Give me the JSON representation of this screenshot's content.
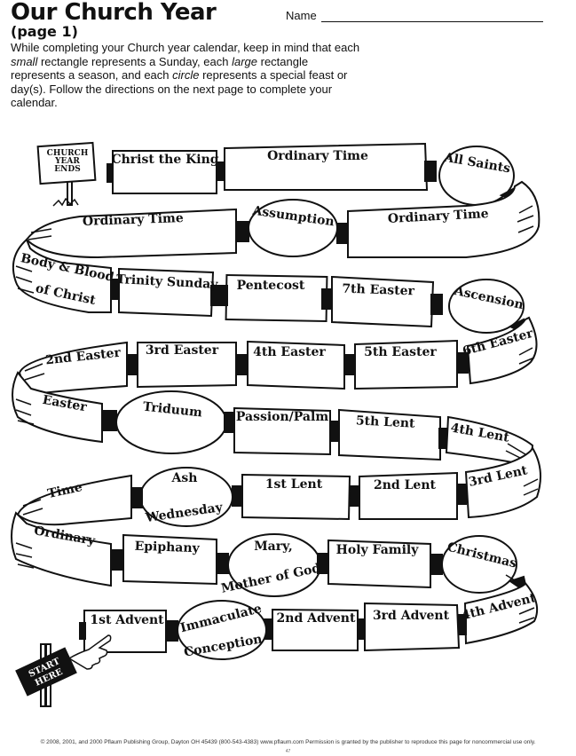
{
  "header": {
    "title": "Our Church Year",
    "subtitle": "(page 1)",
    "name_label": "Name"
  },
  "intro": {
    "part1": "While completing your Church year calendar, keep in mind that each ",
    "small": "small",
    "part2": " rectangle represents a Sunday, each ",
    "large": "large",
    "part3": " rectangle represents a season, and each ",
    "circle": "circle",
    "part4": " represents a special feast or day(s). Follow the directions on the next page to complete your calendar."
  },
  "signs": {
    "end": [
      "CHURCH",
      "YEAR",
      "ENDS"
    ],
    "start": [
      "START",
      "HERE"
    ]
  },
  "calendar": {
    "row1": [
      "1st Advent",
      "Immaculate",
      "Conception",
      "2nd Advent",
      "3rd Advent",
      "4th Advent"
    ],
    "row2": [
      "Christmas",
      "Holy Family",
      "Mary,",
      "Mother of God",
      "Epiphany",
      "Ordinary"
    ],
    "row3": [
      "Time",
      "Ash",
      "Wednesday",
      "1st Lent",
      "2nd Lent",
      "3rd Lent"
    ],
    "row4": [
      "4th Lent",
      "5th Lent",
      "Passion/Palm",
      "Triduum",
      "Easter"
    ],
    "row5": [
      "2nd Easter",
      "3rd Easter",
      "4th Easter",
      "5th Easter",
      "6th Easter"
    ],
    "row6": [
      "Ascension",
      "7th Easter",
      "Pentecost",
      "Trinity Sunday",
      "Body & Blood",
      "of Christ"
    ],
    "row7": [
      "Ordinary Time",
      "Assumption",
      "Ordinary Time",
      "All Saints"
    ],
    "row8": [
      "Ordinary Time",
      "Christ the King"
    ]
  },
  "footer": {
    "copyright": "© 2008, 2001, and 2000 Pflaum Publishing Group, Dayton OH 45439 (800-543-4383) www.pflaum.com Permission is granted by the publisher to reproduce this page for noncommercial use only.",
    "page_number": "47"
  }
}
